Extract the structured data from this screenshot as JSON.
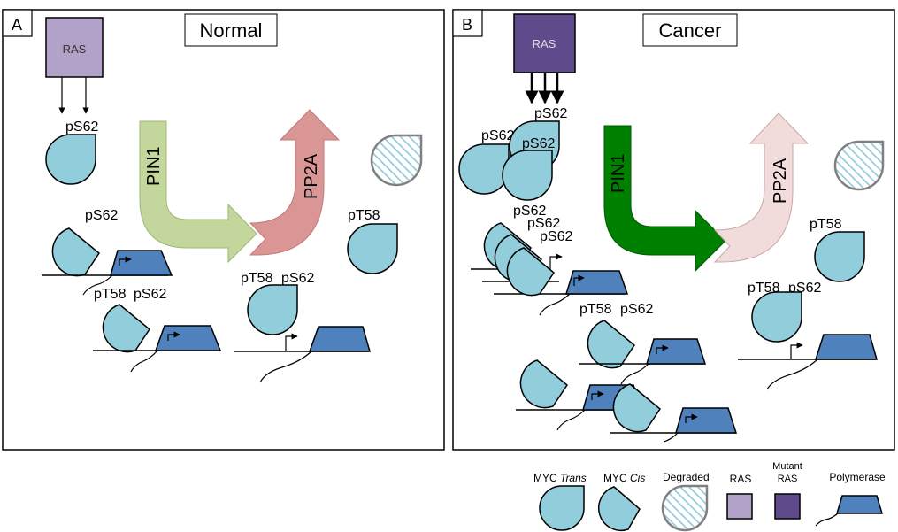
{
  "panels": {
    "a": {
      "letter": "A",
      "title": "Normal",
      "ras_label": "RAS",
      "label_ps62_top": "pS62",
      "label_ps62_mid": "pS62",
      "label_pt58_left": "pT58",
      "label_ps62_left": "pS62",
      "label_pt58_right": "pT58",
      "label_pt58_bottom": "pT58",
      "label_ps62_bottom": "pS62",
      "arrow_pin1": "PIN1",
      "arrow_pp2a": "PP2A"
    },
    "b": {
      "letter": "B",
      "title": "Cancer",
      "ras_label": "RAS",
      "label_ps62_a": "pS62",
      "label_ps62_b": "pS62",
      "label_ps62_c": "pS62",
      "label_ps62_d": "pS62",
      "label_ps62_e": "pS62",
      "label_ps62_f": "pS62",
      "label_pt58_right": "pT58",
      "label_pt58_r2": "pT58",
      "label_ps62_r2": "pS62",
      "label_pt58_mid": "pT58",
      "label_ps62_mid": "pS62",
      "arrow_pin1": "PIN1",
      "arrow_pp2a": "PP2A"
    }
  },
  "legend": {
    "myc_trans_prefix": "MYC ",
    "myc_trans_italic": "Trans",
    "myc_cis_prefix": "MYC ",
    "myc_cis_italic": "Cis",
    "degraded": "Degraded",
    "ras": "RAS",
    "mutant_ras_line1": "Mutant",
    "mutant_ras_line2": "RAS",
    "polymerase": "Polymerase"
  },
  "colors": {
    "myc_fill": "#92cddc",
    "ras_fill": "#b3a2c7",
    "mutant_ras_fill": "#5f4b8b",
    "polymerase_fill": "#4f81bd",
    "pin1_normal": "#c3d69b",
    "pp2a_normal": "#d99694",
    "pin1_cancer": "#008000",
    "pp2a_cancer": "#f2dcdb",
    "degraded_stroke": "#92cddc"
  }
}
